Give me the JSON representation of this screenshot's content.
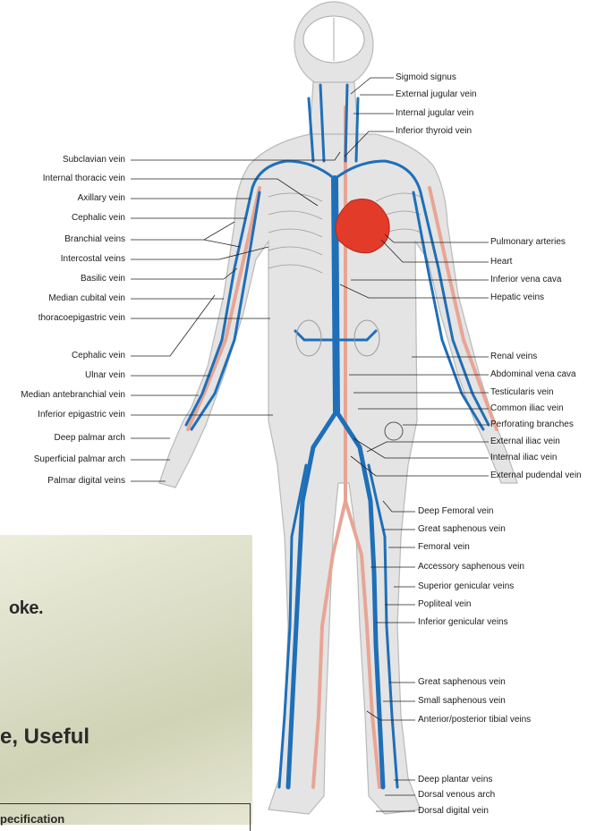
{
  "figure": {
    "left_labels": [
      "Subclavian vein",
      "Internal thoracic vein",
      "Axillary vein",
      "Cephalic vein",
      "Branchial veins",
      "Intercostal veins",
      "Basilic vein",
      "Median cubital vein",
      "thoracoepigastric vein",
      "Cephalic vein",
      "Ulnar vein",
      "Median antebranchial vein",
      "Inferior epigastric vein",
      "Deep palmar arch",
      "Superficial palmar arch",
      "Palmar digital veins"
    ],
    "right_labels": [
      "Sigmoid signus",
      "External jugular vein",
      "Internal jugular vein",
      "Inferior thyroid vein",
      "Pulmonary arteries",
      "Heart",
      "Inferior vena cava",
      "Hepatic veins",
      "Renal veins",
      "Abdominal vena cava",
      "Testicularis vein",
      "Common iliac vein",
      "Perforating branches",
      "External iliac vein",
      "Internal iliac vein",
      "External pudendal vein",
      "Deep Femoral vein",
      "Great saphenous vein",
      "Femoral vein",
      "Accessory saphenous vein",
      "Superior genicular veins",
      "Popliteal vein",
      "Inferior genicular veins",
      "Great saphenous vein",
      "Small saphenous vein",
      "Anterior/posterior tibial veins",
      "Deep plantar veins",
      "Dorsal venous arch",
      "Dorsal digital vein"
    ]
  },
  "background": {
    "fragment_1": "oke.",
    "fragment_2": "e, Useful",
    "fragment_3": "pecification"
  },
  "colors": {
    "vein": "#1f6fb8",
    "artery": "#e8a595",
    "heart": "#e23b2a",
    "body": "#e4e4e4",
    "label_line": "#222222"
  }
}
